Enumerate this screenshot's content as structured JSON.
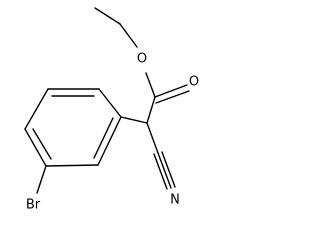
{
  "molecule": {
    "atoms": {
      "ether_oxygen": "O",
      "carbonyl_oxygen": "O",
      "bromine": "Br",
      "nitrile_nitrogen": "N"
    }
  }
}
